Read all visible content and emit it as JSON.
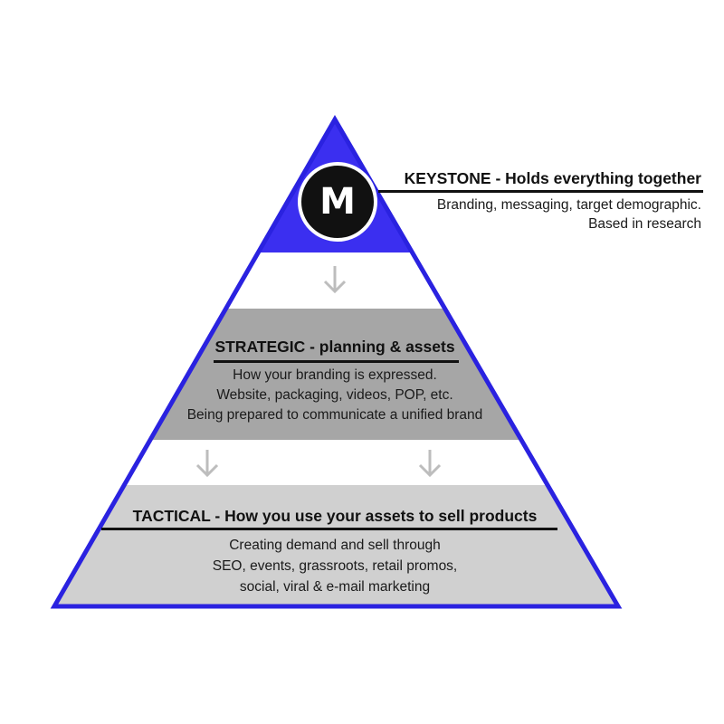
{
  "colors": {
    "keystone_fill": "#3b2ff0",
    "strategic_fill": "#a6a6a6",
    "tactical_fill": "#d0d0d0",
    "outline": "#2a22e0",
    "arrow": "#bdbdbd",
    "badge": "#111111"
  },
  "keystone": {
    "badge_letter": "M",
    "heading": "KEYSTONE - Holds everything together",
    "lines": [
      "Branding, messaging, target demographic.",
      "Based in research"
    ]
  },
  "strategic": {
    "heading": "STRATEGIC - planning & assets",
    "lines": [
      "How your branding is expressed.",
      "Website, packaging, videos, POP, etc.",
      "Being prepared to communicate a unified brand"
    ]
  },
  "tactical": {
    "heading": "TACTICAL - How you use your assets to sell products",
    "lines": [
      "Creating demand and sell through",
      "SEO, events, grassroots, retail promos,",
      "social, viral & e-mail marketing"
    ]
  },
  "arrows": {
    "icon": "down-arrow-icon"
  }
}
